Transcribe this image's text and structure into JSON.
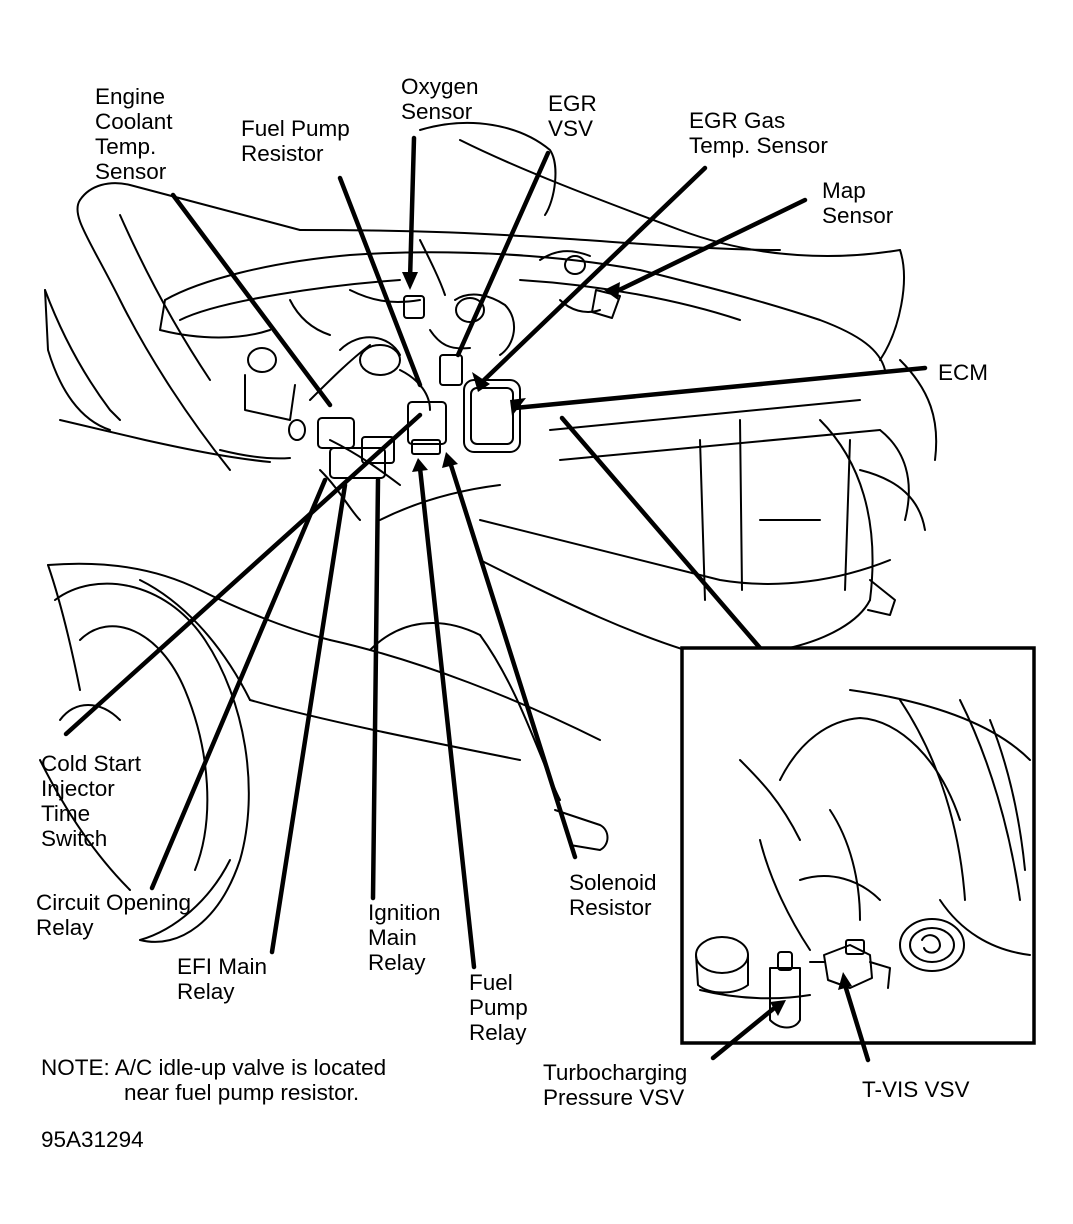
{
  "labels": {
    "engine_coolant_temp_sensor": [
      "Engine",
      "Coolant",
      "Temp.",
      "Sensor"
    ],
    "fuel_pump_resistor": [
      "Fuel Pump",
      "Resistor"
    ],
    "oxygen_sensor": [
      "Oxygen",
      "Sensor"
    ],
    "egr_vsv": [
      "EGR",
      "VSV"
    ],
    "egr_gas_temp_sensor": [
      "EGR Gas",
      "Temp. Sensor"
    ],
    "map_sensor": [
      "Map",
      "Sensor"
    ],
    "ecm": [
      "ECM"
    ],
    "cold_start_injector_time_switch": [
      "Cold Start",
      "Injector",
      "Time",
      "Switch"
    ],
    "circuit_opening_relay": [
      "Circuit Opening",
      "Relay"
    ],
    "efi_main_relay": [
      "EFI Main",
      "Relay"
    ],
    "ignition_main_relay": [
      "Ignition",
      "Main",
      "Relay"
    ],
    "fuel_pump_relay": [
      "Fuel",
      "Pump",
      "Relay"
    ],
    "solenoid_resistor": [
      "Solenoid",
      "Resistor"
    ],
    "turbocharging_pressure_vsv": [
      "Turbocharging",
      "Pressure VSV"
    ],
    "t_vis_vsv": [
      "T-VIS VSV"
    ]
  },
  "note": [
    "NOTE: A/C idle-up valve is located",
    "near fuel pump resistor."
  ],
  "figure_id": "95A31294"
}
